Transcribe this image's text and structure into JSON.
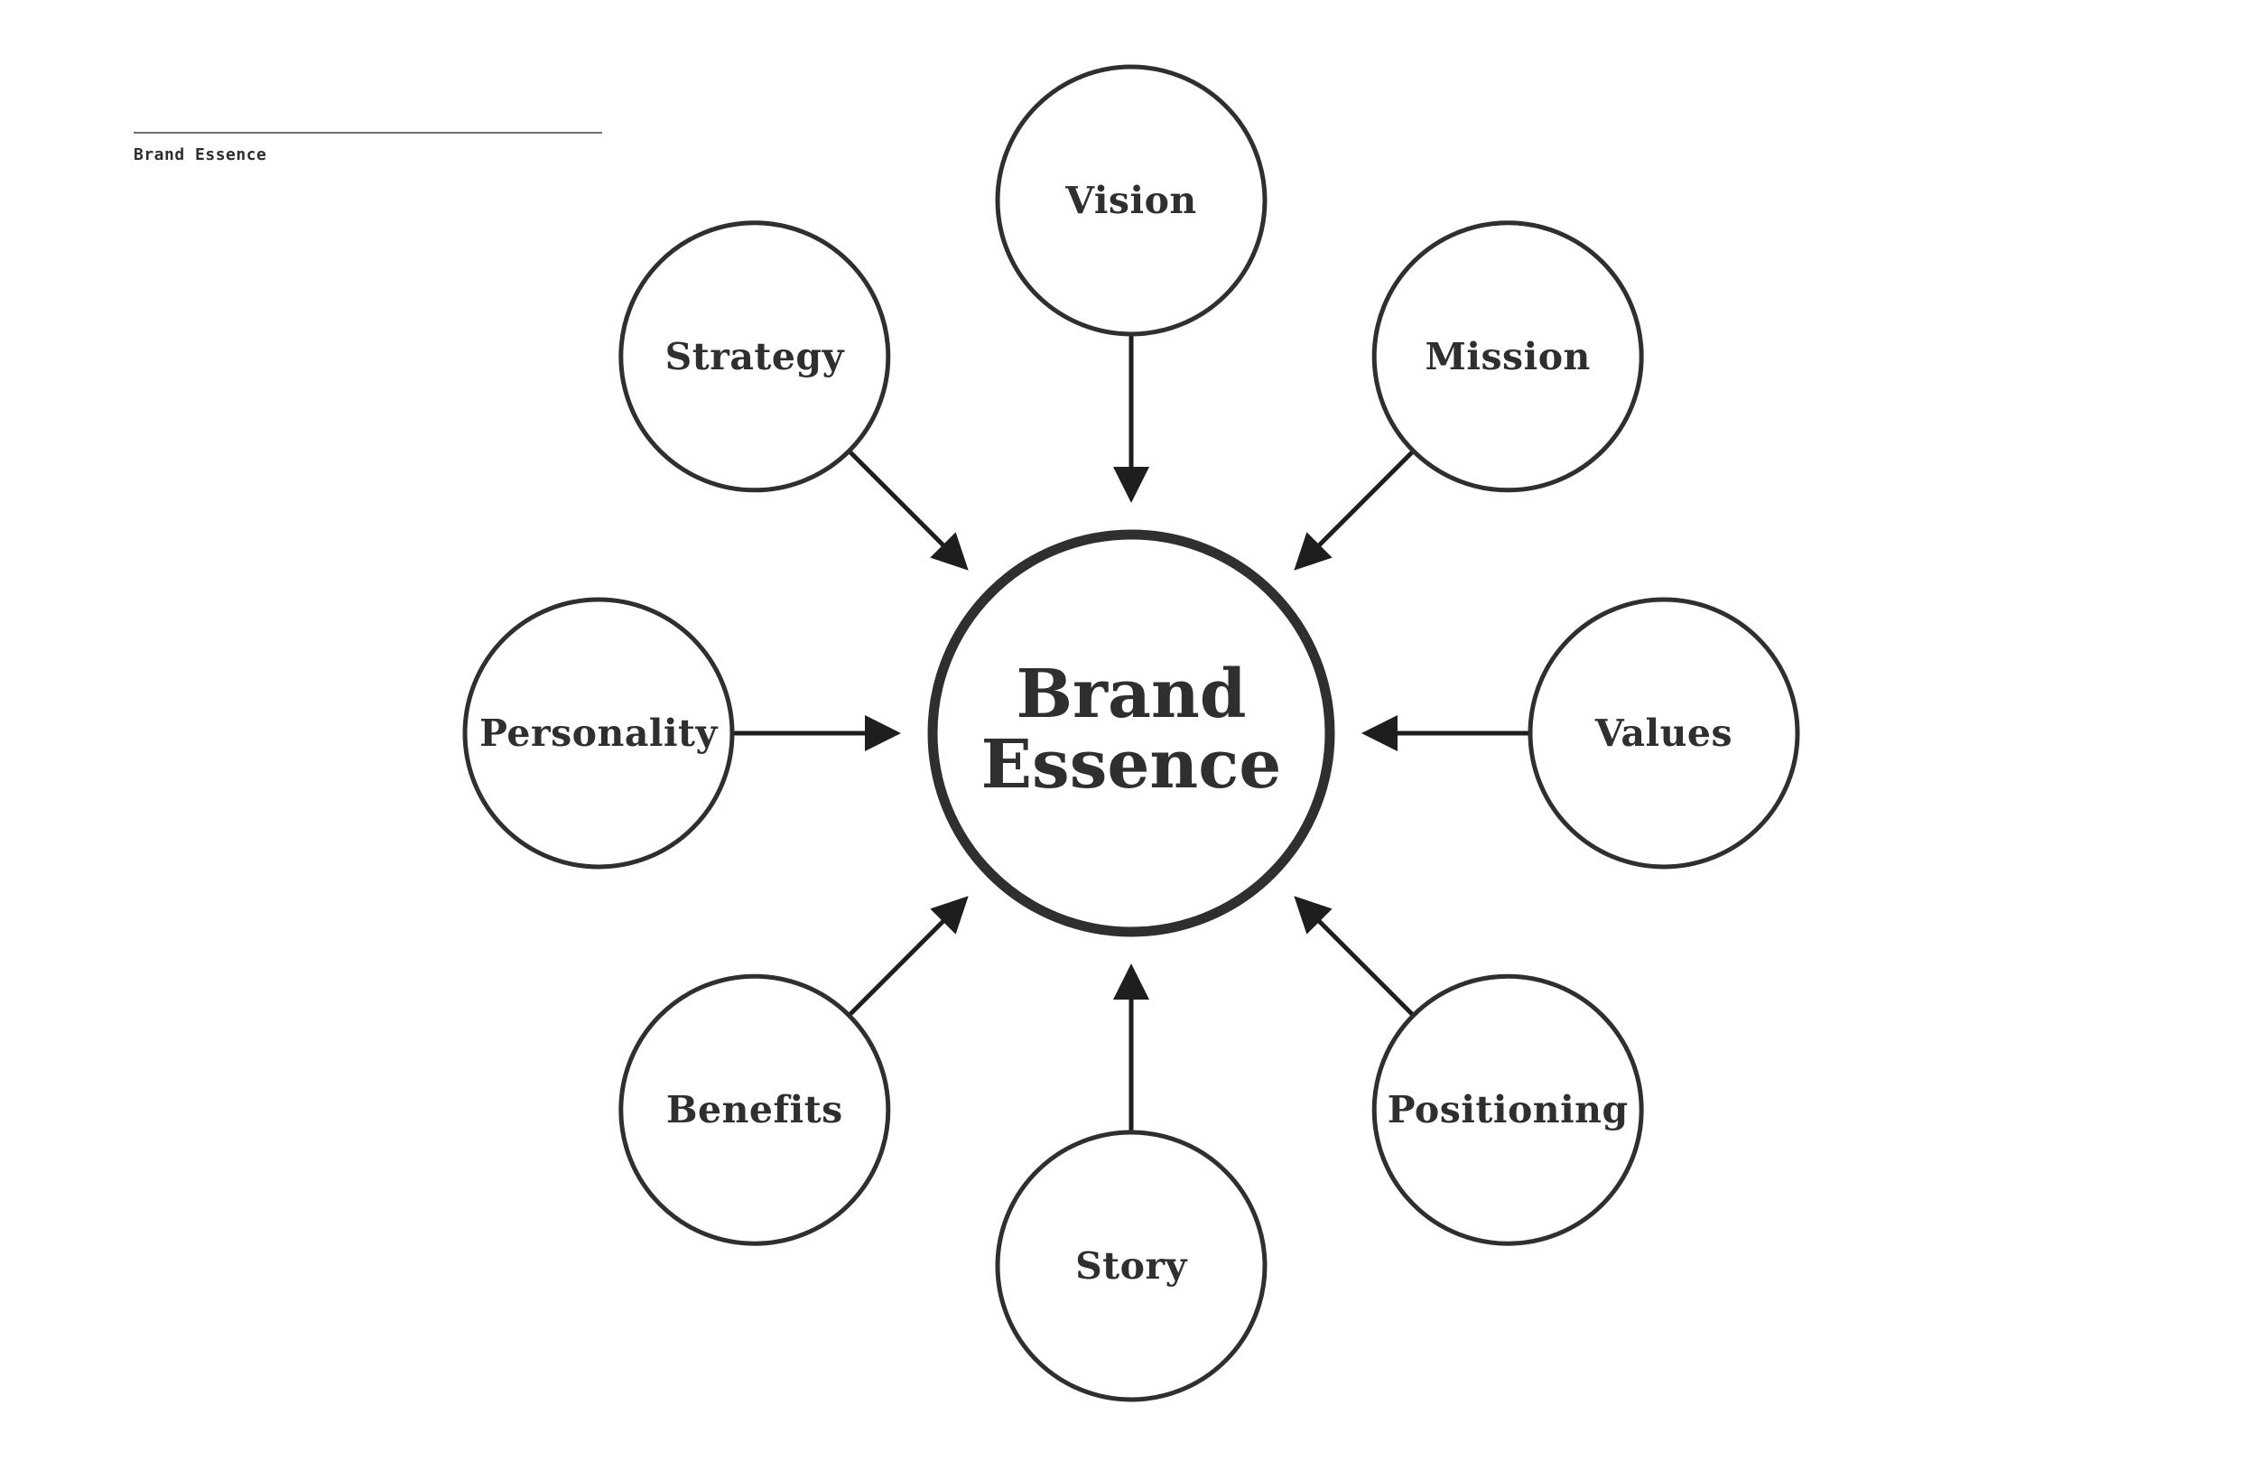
{
  "header": {
    "label": "Brand Essence"
  },
  "center": {
    "line1": "Brand",
    "line2": "Essence"
  },
  "nodes": [
    {
      "id": "vision",
      "label": "Vision"
    },
    {
      "id": "mission",
      "label": "Mission"
    },
    {
      "id": "values",
      "label": "Values"
    },
    {
      "id": "positioning",
      "label": "Positioning"
    },
    {
      "id": "story",
      "label": "Story"
    },
    {
      "id": "benefits",
      "label": "Benefits"
    },
    {
      "id": "personality",
      "label": "Personality"
    },
    {
      "id": "strategy",
      "label": "Strategy"
    }
  ],
  "colors": {
    "stroke": "#2f2f2f",
    "arrow": "#1e1e1e",
    "background": "#ffffff"
  }
}
